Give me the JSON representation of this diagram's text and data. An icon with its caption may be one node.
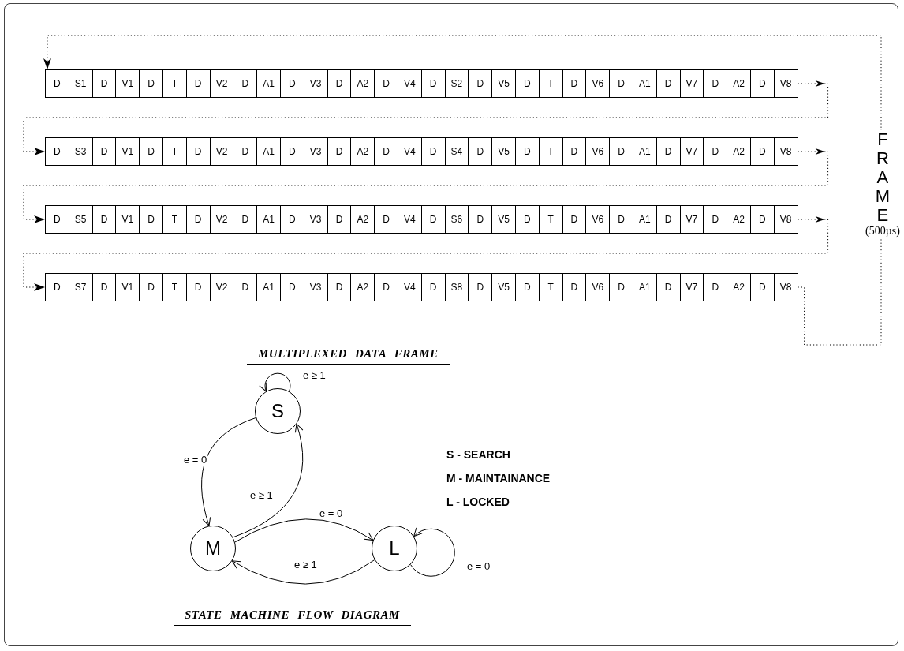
{
  "diagram": {
    "nodes": [
      {
        "text": [
          "D",
          "S1",
          "D",
          "V1",
          "D",
          "T",
          "D",
          "V2",
          "D",
          "A1",
          "D",
          "V3",
          "D",
          "A2",
          "D",
          "V4",
          "D",
          "S2",
          "D",
          "V5",
          "D",
          "T",
          "D",
          "V6",
          "D",
          "A1",
          "D",
          "V7",
          "D",
          "A2",
          "D",
          "V8"
        ]
      },
      {
        "text": [
          "D",
          "S3",
          "D",
          "V1",
          "D",
          "T",
          "D",
          "V2",
          "D",
          "A1",
          "D",
          "V3",
          "D",
          "A2",
          "D",
          "V4",
          "D",
          "S4",
          "D",
          "V5",
          "D",
          "T",
          "D",
          "V6",
          "D",
          "A1",
          "D",
          "V7",
          "D",
          "A2",
          "D",
          "V8"
        ]
      },
      {
        "text": [
          "D",
          "S5",
          "D",
          "V1",
          "D",
          "T",
          "D",
          "V2",
          "D",
          "A1",
          "D",
          "V3",
          "D",
          "A2",
          "D",
          "V4",
          "D",
          "S6",
          "D",
          "V5",
          "D",
          "T",
          "D",
          "V6",
          "D",
          "A1",
          "D",
          "V7",
          "D",
          "A2",
          "D",
          "V8"
        ]
      },
      {
        "text": [
          "D",
          "S7",
          "D",
          "V1",
          "D",
          "T",
          "D",
          "V2",
          "D",
          "A1",
          "D",
          "V3",
          "D",
          "A2",
          "D",
          "V4",
          "D",
          "S8",
          "D",
          "V5",
          "D",
          "T",
          "D",
          "V6",
          "D",
          "A1",
          "D",
          "V7",
          "D",
          "A2",
          "D",
          "V8"
        ]
      },
      {
        "text": [
          "S"
        ]
      },
      {
        "text": [
          "M"
        ]
      },
      {
        "text": [
          "L"
        ]
      }
    ],
    "edges": [
      {
        "from": 0,
        "to": 1,
        "arrow": "to",
        "style": "dashed"
      },
      {
        "from": 1,
        "to": 2,
        "arrow": "to",
        "style": "dashed"
      },
      {
        "from": 2,
        "to": 3,
        "arrow": "to",
        "style": "dashed"
      },
      {
        "from": 3,
        "to": 0,
        "arrow": "to",
        "style": "dashed",
        "label": "FRAME (500µs)"
      },
      {
        "from": 4,
        "to": 4,
        "arrow": "to",
        "label": "e ≥ 1"
      },
      {
        "from": 4,
        "to": 5,
        "arrow": "to",
        "label": "e = 0"
      },
      {
        "from": 5,
        "to": 4,
        "arrow": "to",
        "label": "e ≥ 1"
      },
      {
        "from": 5,
        "to": 6,
        "arrow": "to",
        "label": "e = 0"
      },
      {
        "from": 6,
        "to": 5,
        "arrow": "to",
        "label": "e ≥ 1"
      },
      {
        "from": 6,
        "to": 6,
        "arrow": "to",
        "label": "e = 0"
      }
    ],
    "labels": [
      "MULTIPLEXED DATA FRAME",
      "S - SEARCH",
      "M - MAINTAINANCE",
      "L - LOCKED",
      "STATE MACHINE FLOW DIAGRAM"
    ]
  }
}
